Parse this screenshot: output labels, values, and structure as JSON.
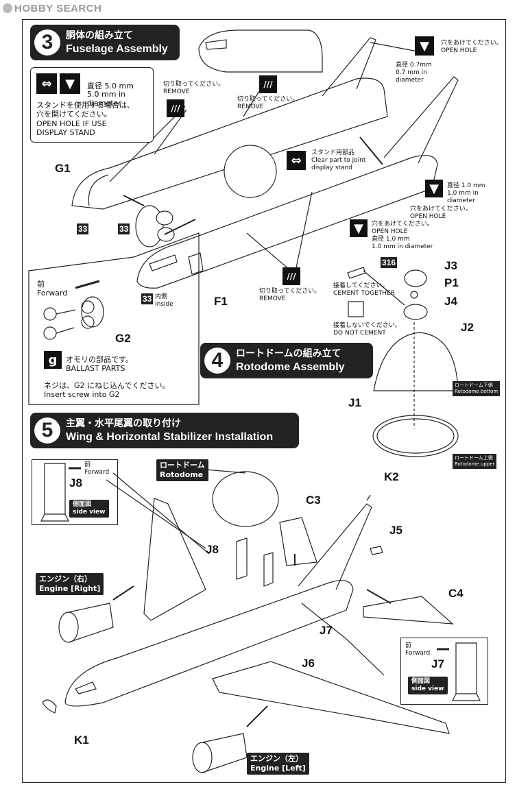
{
  "watermark": "HOBBY SEARCH",
  "step3": {
    "number": "3",
    "title_jp": "胴体の組み立て",
    "title_en": "Fuselage Assembly",
    "hole_box": {
      "dia_jp": "直径 5.0 mm",
      "dia_en": "5.0 mm in diameter",
      "note_jp_1": "スタンドを使用する場合は、",
      "note_jp_2": "穴を開けてください。",
      "note_en_1": "OPEN HOLE IF USE",
      "note_en_2": "DISPLAY STAND"
    },
    "remove_jp": "切り取ってください。",
    "remove_en": "REMOVE",
    "open_hole_jp": "穴をあけてください。",
    "open_hole_en": "OPEN HOLE",
    "dia07_jp": "直径 0.7mm",
    "dia07_en_1": "0.7 mm in",
    "dia07_en_2": "diameter",
    "stand_jp": "スタンド用部品",
    "stand_en_1": "Clear part to joint",
    "stand_en_2": "display stand",
    "dia10a_jp": "直径 1.0 mm",
    "dia10a_en_1": "1.0 mm in",
    "dia10a_en_2": "diameter",
    "dia10b_jp": "直径 1.0 mm",
    "dia10b_en": "1.0 mm in diameter",
    "parts": {
      "g1": "G1",
      "f1": "F1",
      "g2": "G2",
      "n33": "33"
    },
    "inside_jp": "内側",
    "inside_en": "Inside",
    "forward_jp": "前",
    "forward_en": "Forward",
    "ballast_jp": "オモリの部品です。",
    "ballast_en": "BALLAST PARTS",
    "ballast_icon": "g",
    "screw_jp": "ネジは、G2 にねじ込んでください。",
    "screw_en": "Insert screw into G2"
  },
  "step4": {
    "number": "4",
    "title_jp": "ロートドームの組み立て",
    "title_en": "Rotodome Assembly",
    "cement_jp": "接着してください。",
    "cement_en": "CEMENT TOGETHER",
    "nocement_jp": "接着しないでください。",
    "nocement_en": "DO NOT CEMENT",
    "parts": {
      "j1": "J1",
      "j2": "J2",
      "j3": "J3",
      "j4": "J4",
      "p1": "P1",
      "n316": "316"
    },
    "bottom_jp": "ロートドーム下側",
    "bottom_en": "Rotodome bottom",
    "upper_jp": "ロートドーム上側",
    "upper_en": "Rotodome upper"
  },
  "step5": {
    "number": "5",
    "title_jp": "主翼・水平尾翼の取り付け",
    "title_en": "Wing & Horizontal Stabilizer Installation",
    "parts": {
      "j8": "J8",
      "j8b": "J8",
      "j7": "J7",
      "j7b": "J7",
      "j6": "J6",
      "j5": "J5",
      "k1": "K1",
      "k2": "K2",
      "c3": "C3",
      "c4": "C4"
    },
    "forward_jp": "前",
    "forward_en": "Forward",
    "side_jp": "側面図",
    "side_en": "side view",
    "rotodome_jp": "ロートドーム",
    "rotodome_en": "Rotodome",
    "engine_r_jp": "エンジン（右）",
    "engine_r_en": "Engine [Right]",
    "engine_l_jp": "エンジン（左）",
    "engine_l_en": "Engine [Left]"
  }
}
